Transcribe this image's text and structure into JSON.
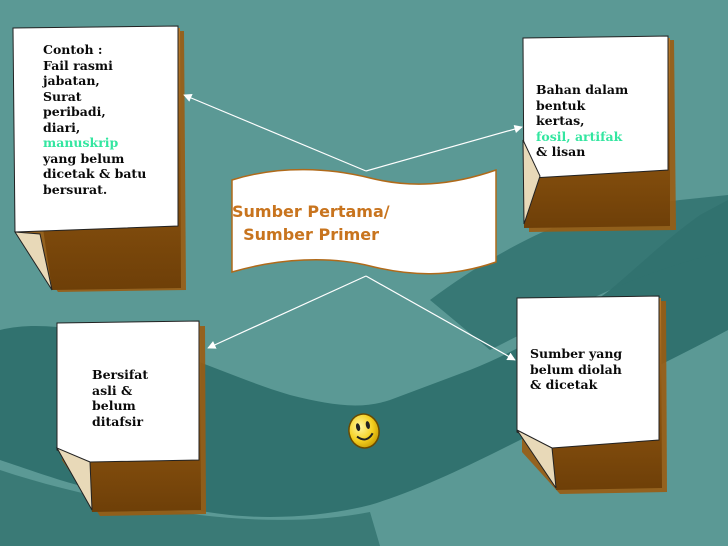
{
  "diagram": {
    "center": {
      "line1": "Sumber Pertama/",
      "line2": "  Sumber Primer"
    },
    "cards": {
      "top_left": {
        "lines": [
          "Contoh :",
          "Fail rasmi",
          "jabatan,",
          "Surat",
          "peribadi,",
          "diari,",
          "manuskrip",
          "yang belum",
          "dicetak & batu",
          "bersurat."
        ],
        "highlight": "manuskrip"
      },
      "top_right": {
        "lines": [
          "Bahan dalam",
          "bentuk",
          "kertas,",
          "fosil, artifak",
          "& lisan"
        ],
        "highlight": "fosil, artifak"
      },
      "bottom_left": {
        "lines": [
          "Bersifat",
          "asli &",
          "belum",
          "ditafsir"
        ]
      },
      "bottom_right": {
        "lines": [
          "Sumber yang",
          "belum diolah",
          "& dicetak"
        ]
      }
    },
    "colors": {
      "background": "#5b9995",
      "card_fill": "#ffffff",
      "card_bottom": "#9a5c12",
      "center_text": "#c8741e",
      "highlight": "#33e6a0",
      "arrow": "#ffffff"
    },
    "icons": [
      "handshake-silhouette",
      "smiley-icon"
    ]
  }
}
